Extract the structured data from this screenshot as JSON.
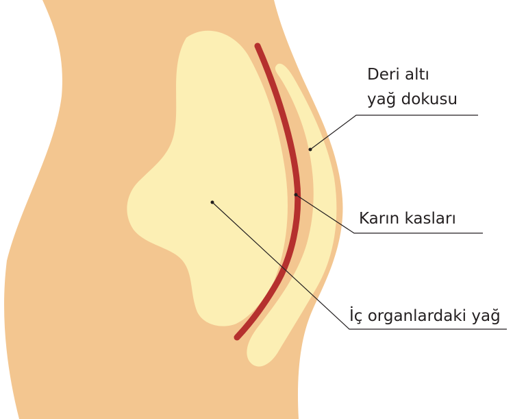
{
  "labels": {
    "subcutaneous_fat_line1": "Deri altı",
    "subcutaneous_fat_line2": "yağ dokusu",
    "abdominal_muscles": "Karın kasları",
    "visceral_fat": "İç organlardaki yağ"
  },
  "colors": {
    "body": "#f3c690",
    "fat": "#fcefb4",
    "muscle": "#b5302e",
    "line": "#231f20",
    "background": "#ffffff"
  }
}
